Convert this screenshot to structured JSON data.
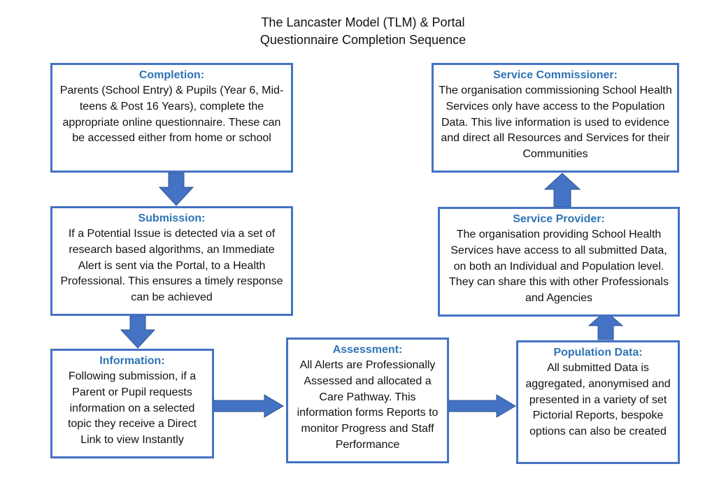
{
  "title": {
    "line1": "The Lancaster Model (TLM) & Portal",
    "line2": "Questionnaire Completion Sequence"
  },
  "colors": {
    "border": "#4472C4",
    "heading": "#2E74B5",
    "arrow": "#4472C4"
  },
  "boxes": {
    "completion": {
      "heading": "Completion:",
      "body": "Parents (School Entry) & Pupils (Year 6, Mid-teens & Post 16 Years), complete the appropriate online questionnaire. These can be accessed either from home or school"
    },
    "submission": {
      "heading": "Submission:",
      "body": "If a Potential Issue is detected via a set of research based algorithms, an Immediate Alert is sent via the Portal, to a Health Professional. This ensures a timely response can be achieved"
    },
    "information": {
      "heading": "Information:",
      "body": "Following submission, if a Parent or Pupil requests information on a selected topic they receive a Direct Link to view Instantly"
    },
    "assessment": {
      "heading": "Assessment:",
      "body": "All Alerts are Professionally Assessed and allocated a Care Pathway. This information forms Reports to monitor Progress and Staff Performance"
    },
    "population_data": {
      "heading": "Population Data:",
      "body": "All submitted Data is aggregated, anonymised and presented in a variety of set Pictorial Reports, bespoke options can also be created"
    },
    "service_provider": {
      "heading": "Service Provider:",
      "body": "The organisation providing School Health Services have access to all submitted Data, on both an Individual and Population level. They can share this with other Professionals and Agencies"
    },
    "service_commissioner": {
      "heading": "Service Commissioner:",
      "body": "The organisation commissioning School Health Services only have access to the Population Data. This live information is used to evidence and direct all Resources and Services for their Communities"
    }
  }
}
